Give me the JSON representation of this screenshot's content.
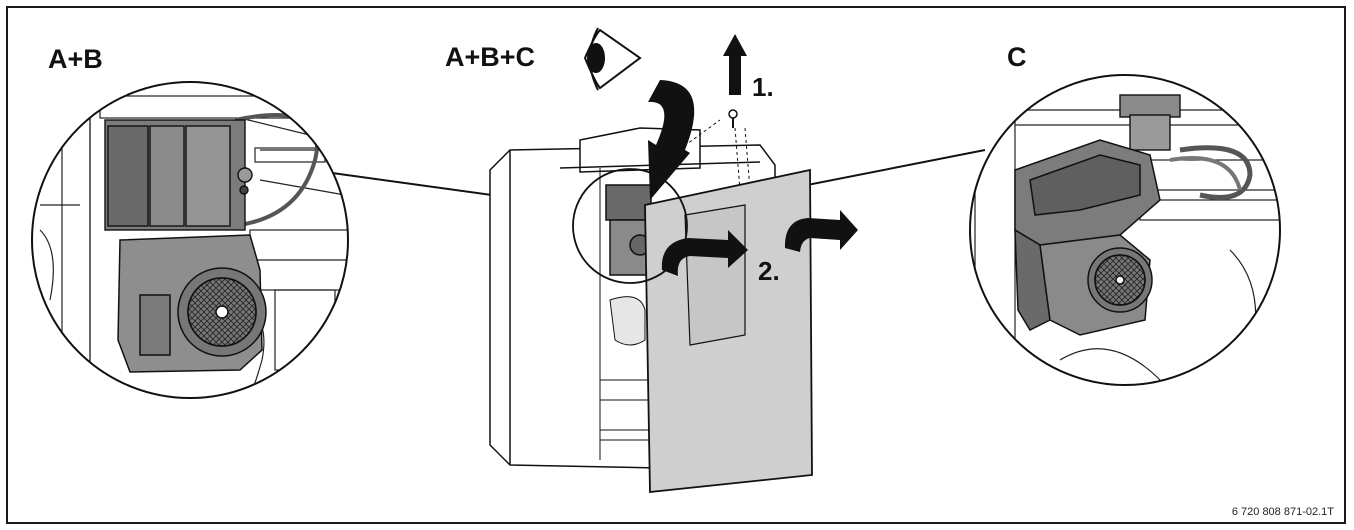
{
  "labels": {
    "left": "A+B",
    "center": "A+B+C",
    "right": "C"
  },
  "steps": {
    "one": "1.",
    "two": "2."
  },
  "document_ref": "6 720 808 871-02.1T",
  "icons": [
    "eye-icon",
    "arrow-up-icon",
    "curved-arrow-down-icon",
    "curved-arrow-right-icon"
  ],
  "colors": {
    "panel_fill": "#cfcfcf",
    "outline": "#1a1a1a",
    "burner_dark": "#6a6a6a",
    "burner_mid": "#8e8e8e"
  }
}
